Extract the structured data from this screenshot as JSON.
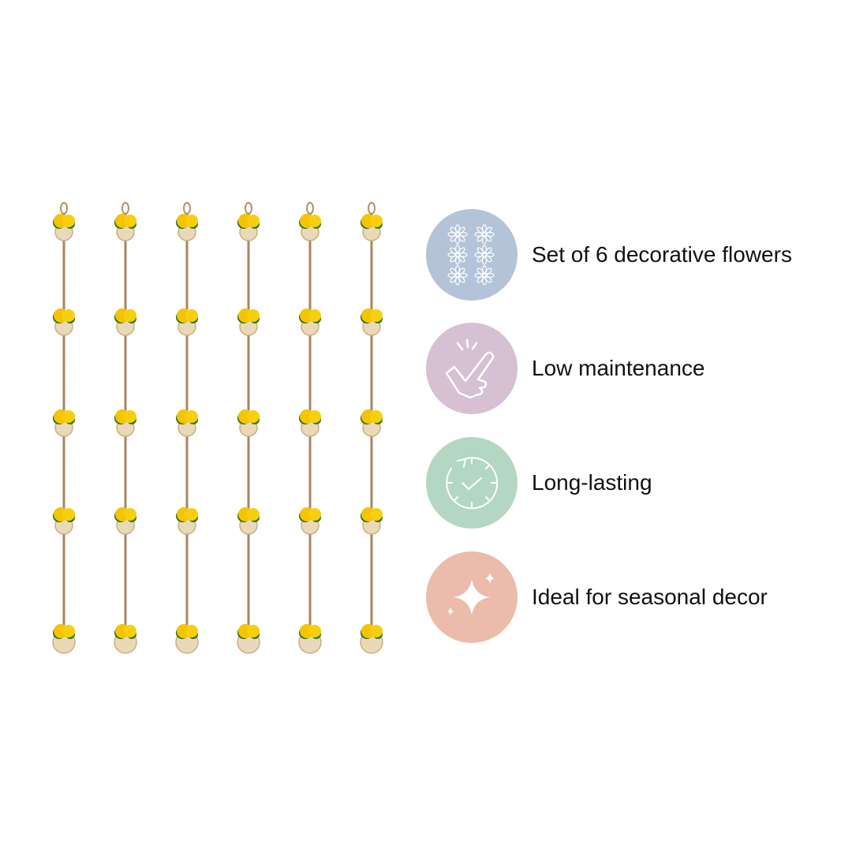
{
  "product": {
    "garland_count": 6,
    "flower_balls_per_garland": 5
  },
  "features": [
    {
      "label": "Set of 6 decorative flowers",
      "icon": "six-flowers-icon",
      "color": "#b4c3d8"
    },
    {
      "label": "Low maintenance",
      "icon": "finger-snap-icon",
      "color": "#d5c1d3"
    },
    {
      "label": "Long-lasting",
      "icon": "clock-check-icon",
      "color": "#b4d7c4"
    },
    {
      "label": "Ideal for seasonal decor",
      "icon": "sparkle-icon",
      "color": "#ebbcab"
    }
  ]
}
